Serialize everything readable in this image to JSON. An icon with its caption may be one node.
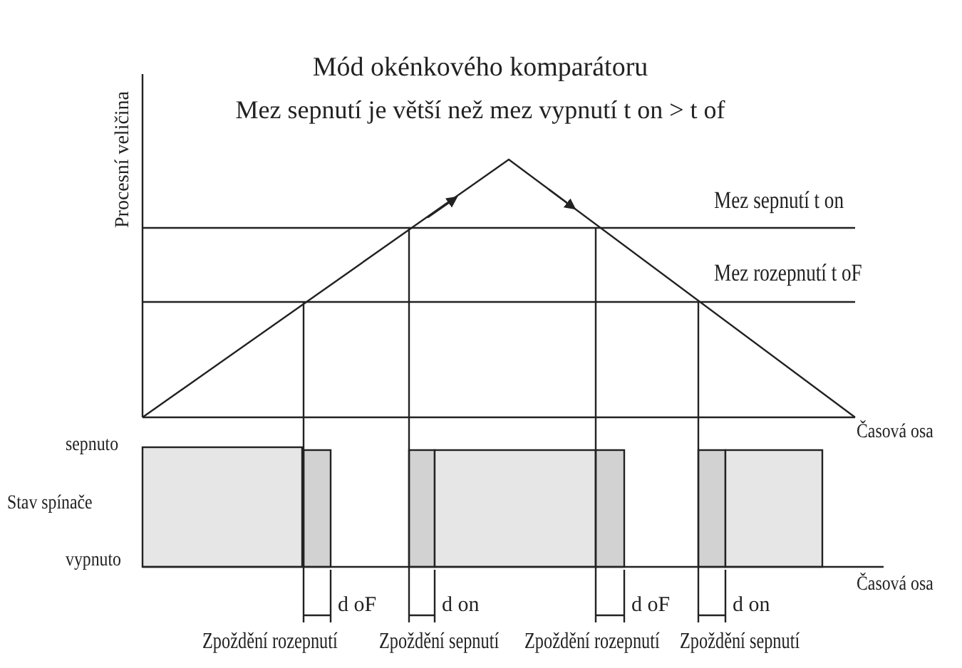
{
  "diagram": {
    "title": "Mód okénkového komparátoru",
    "labels": [
      "Mez sepnutí je větší než mez vypnutí t on > t of",
      "Procesní veličina",
      "Mez sepnutí  t on",
      "Mez rozepnutí  t oF",
      "Časová osa",
      "sepnuto",
      "Stav spínače",
      "vypnuto",
      "Časová osa",
      "d oF",
      "d on",
      "d oF",
      "d on",
      "Zpoždění rozepnutí",
      "Zpoždění sepnutí",
      "Zpoždění rozepnutí",
      "Zpoždění sepnutí"
    ]
  }
}
